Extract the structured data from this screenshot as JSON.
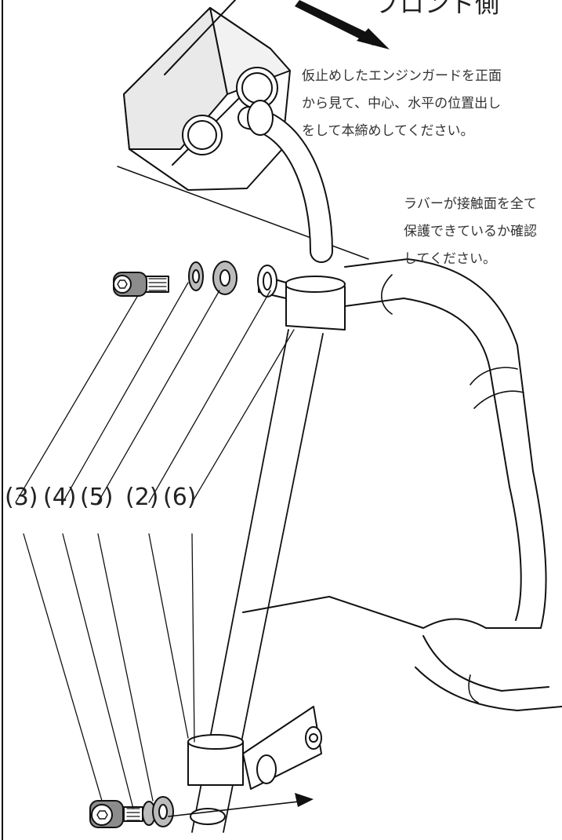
{
  "header": {
    "front_label": "フロント側"
  },
  "notes": {
    "alignment": [
      "仮止めしたエンジンガードを正面",
      "から見て、中心、水平の位置出し",
      "をして本締めしてください。"
    ],
    "rubber": [
      "ラバーが接触面を全て",
      "保護できているか確認",
      "してください。"
    ]
  },
  "part_labels": [
    "(3)",
    "(4)",
    "(5)",
    "(2)",
    "(6)"
  ],
  "colors": {
    "line": "#111111",
    "part_gray": "#8c8c8c",
    "text": "#333333"
  }
}
